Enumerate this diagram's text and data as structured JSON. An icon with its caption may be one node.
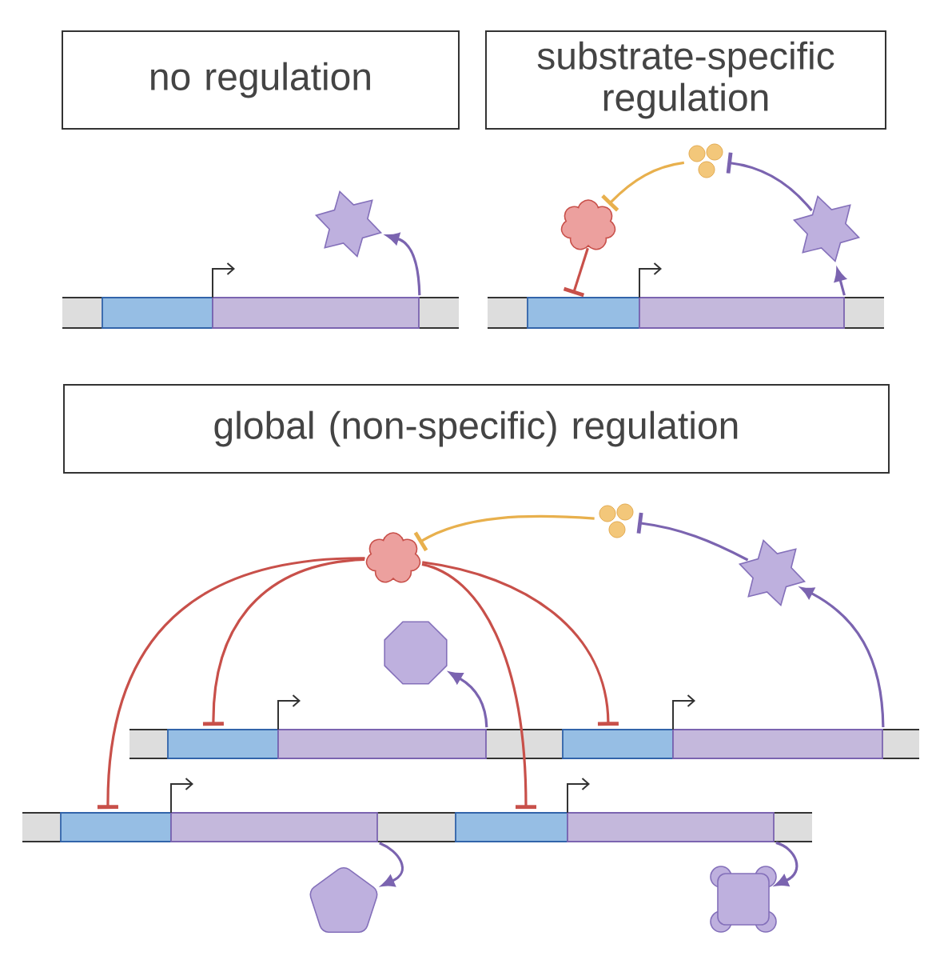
{
  "diagram": {
    "nodes": [
      {
        "text": [
          "no regulation"
        ]
      },
      {
        "text": [
          "substrate-specific regulation"
        ]
      },
      {
        "text": [],
        "shape": "star"
      },
      {
        "text": [],
        "shape": "bar"
      },
      {
        "text": [],
        "shape": "bar"
      },
      {
        "text": [],
        "shape": "dots"
      },
      {
        "text": [],
        "shape": "cloud"
      },
      {
        "text": [],
        "shape": "star"
      },
      {
        "text": [],
        "shape": "bar"
      },
      {
        "text": [],
        "shape": "bar"
      },
      {
        "text": [
          "global (non-specific) regulation"
        ]
      },
      {
        "text": [],
        "shape": "cloud"
      },
      {
        "text": [],
        "shape": "dots"
      },
      {
        "text": [],
        "shape": "star"
      },
      {
        "text": [],
        "shape": "octagon"
      },
      {
        "text": [],
        "shape": "bar"
      },
      {
        "text": [],
        "shape": "bar"
      },
      {
        "text": [],
        "shape": "bar"
      },
      {
        "text": [],
        "shape": "bar"
      },
      {
        "text": [],
        "shape": "bar"
      },
      {
        "text": [],
        "shape": "bar"
      },
      {
        "text": [],
        "shape": "bar"
      },
      {
        "text": [],
        "shape": "bar"
      },
      {
        "text": [],
        "shape": "pentagon"
      },
      {
        "text": [],
        "shape": "box"
      }
    ],
    "edges": [
      {
        "from": 4,
        "to": 2,
        "arrow": "to"
      },
      {
        "from": 9,
        "to": 7,
        "arrow": "to"
      },
      {
        "from": 7,
        "to": 5,
        "arrow": "other"
      },
      {
        "from": 5,
        "to": 6,
        "arrow": "other",
        "color": "#e8b04d"
      },
      {
        "from": 6,
        "to": 8,
        "arrow": "other",
        "color": "#c8504a"
      },
      {
        "from": 16,
        "to": 14,
        "arrow": "to"
      },
      {
        "from": 18,
        "to": 13,
        "arrow": "to"
      },
      {
        "from": 13,
        "to": 12,
        "arrow": "other"
      },
      {
        "from": 12,
        "to": 11,
        "arrow": "other",
        "color": "#e8b04d"
      },
      {
        "from": 11,
        "to": 15,
        "arrow": "other",
        "color": "#c8504a"
      },
      {
        "from": 11,
        "to": 17,
        "arrow": "other",
        "color": "#c8504a"
      },
      {
        "from": 11,
        "to": 19,
        "arrow": "other",
        "color": "#c8504a"
      },
      {
        "from": 11,
        "to": 21,
        "arrow": "other",
        "color": "#c8504a"
      },
      {
        "from": 20,
        "to": 23,
        "arrow": "to"
      },
      {
        "from": 22,
        "to": 24,
        "arrow": "to"
      }
    ]
  }
}
